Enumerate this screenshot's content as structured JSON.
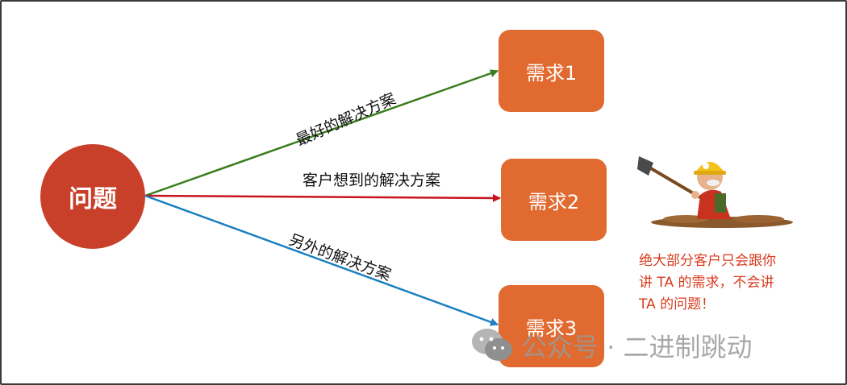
{
  "diagram": {
    "problem": {
      "label": "问题",
      "color": "#c9402a"
    },
    "needs": [
      {
        "label": "需求1"
      },
      {
        "label": "需求2"
      },
      {
        "label": "需求3"
      }
    ],
    "needs_color": "#e06a2f",
    "edges": [
      {
        "label": "最好的解决方案",
        "color": "#3a7d1e",
        "target": "需求1"
      },
      {
        "label": "客户想到的解决方案",
        "color": "#c8141c",
        "target": "需求2"
      },
      {
        "label": "另外的解决方案",
        "color": "#1a7fc1",
        "target": "需求3"
      }
    ],
    "note": {
      "lines": [
        "绝大部分客户只会跟你",
        "讲 TA 的需求，不会讲",
        "TA 的问题！"
      ],
      "color": "#d83a1e"
    },
    "illustration": {
      "icon": "digging-worker-icon"
    }
  },
  "watermark": {
    "icon": "wechat-icon",
    "text": "公众号 · 二进制跳动"
  }
}
